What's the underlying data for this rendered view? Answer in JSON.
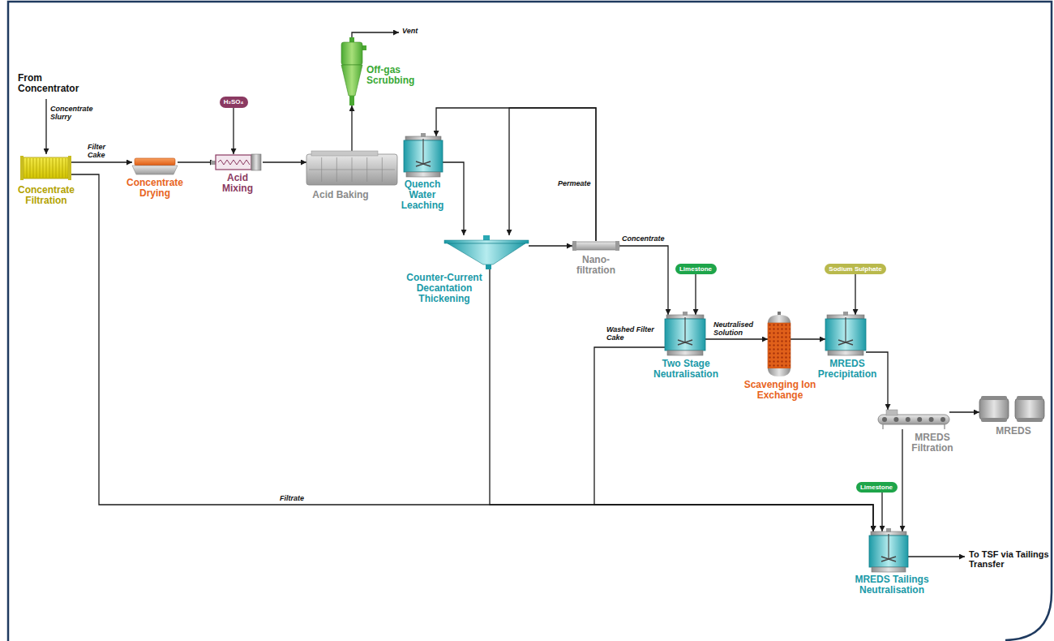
{
  "diagram": {
    "nodes": [
      {
        "text": [
          "Concentrate Filtration"
        ]
      },
      {
        "text": [
          "Concentrate Drying"
        ]
      },
      {
        "text": [
          "H₂SO₄"
        ]
      },
      {
        "text": [
          "Acid Mixing"
        ]
      },
      {
        "text": [
          "Acid Baking"
        ]
      },
      {
        "text": [
          "Off-gas Scrubbing"
        ]
      },
      {
        "text": [
          "Quench Water Leaching"
        ]
      },
      {
        "text": [
          "Counter-Current Decantation Thickening"
        ]
      },
      {
        "text": [
          "Nano-filtration"
        ]
      },
      {
        "text": [
          "Limestone"
        ]
      },
      {
        "text": [
          "Two Stage Neutralisation"
        ]
      },
      {
        "text": [
          "Scavenging Ion Exchange"
        ]
      },
      {
        "text": [
          "Sodium Sulphate"
        ]
      },
      {
        "text": [
          "MREDS Precipitation"
        ]
      },
      {
        "text": [
          "MREDS Filtration"
        ]
      },
      {
        "text": [
          "MREDS"
        ]
      },
      {
        "text": [
          "Limestone"
        ]
      },
      {
        "text": [
          "MREDS Tailings Neutralisation"
        ]
      }
    ],
    "edges": [
      {
        "from": 0,
        "to": 1,
        "arrow": "to",
        "label": "Filter Cake"
      },
      {
        "from": 2,
        "to": 3,
        "arrow": "to"
      },
      {
        "from": 1,
        "to": 3,
        "arrow": "to"
      },
      {
        "from": 3,
        "to": 4,
        "arrow": "to"
      },
      {
        "from": 4,
        "to": 5,
        "arrow": "to"
      },
      {
        "from": 6,
        "to": 7,
        "arrow": "to"
      },
      {
        "from": 7,
        "to": 8,
        "arrow": "to"
      },
      {
        "from": 8,
        "to": 6,
        "arrow": "to",
        "label": "Permeate"
      },
      {
        "from": 8,
        "to": 7,
        "arrow": "to"
      },
      {
        "from": 8,
        "to": 10,
        "arrow": "to",
        "label": "Concentrate"
      },
      {
        "from": 9,
        "to": 10,
        "arrow": "to"
      },
      {
        "from": 10,
        "to": 11,
        "arrow": "to",
        "label": "Neutralised Solution"
      },
      {
        "from": 11,
        "to": 13,
        "arrow": "to"
      },
      {
        "from": 12,
        "to": 13,
        "arrow": "to"
      },
      {
        "from": 13,
        "to": 14,
        "arrow": "to"
      },
      {
        "from": 14,
        "to": 15,
        "arrow": "to"
      },
      {
        "from": 14,
        "to": 17,
        "arrow": "to"
      },
      {
        "from": 16,
        "to": 17,
        "arrow": "to"
      },
      {
        "from": 0,
        "to": 17,
        "arrow": "to",
        "label": "Filtrate"
      },
      {
        "from": 7,
        "to": 17,
        "arrow": "to"
      },
      {
        "from": 10,
        "to": 17,
        "arrow": "to",
        "label": "Washed Filter Cake"
      }
    ],
    "labels": [
      "From Concentrator",
      "Concentrate Slurry",
      "Vent",
      "To TSF via Tailings Transfer"
    ]
  }
}
